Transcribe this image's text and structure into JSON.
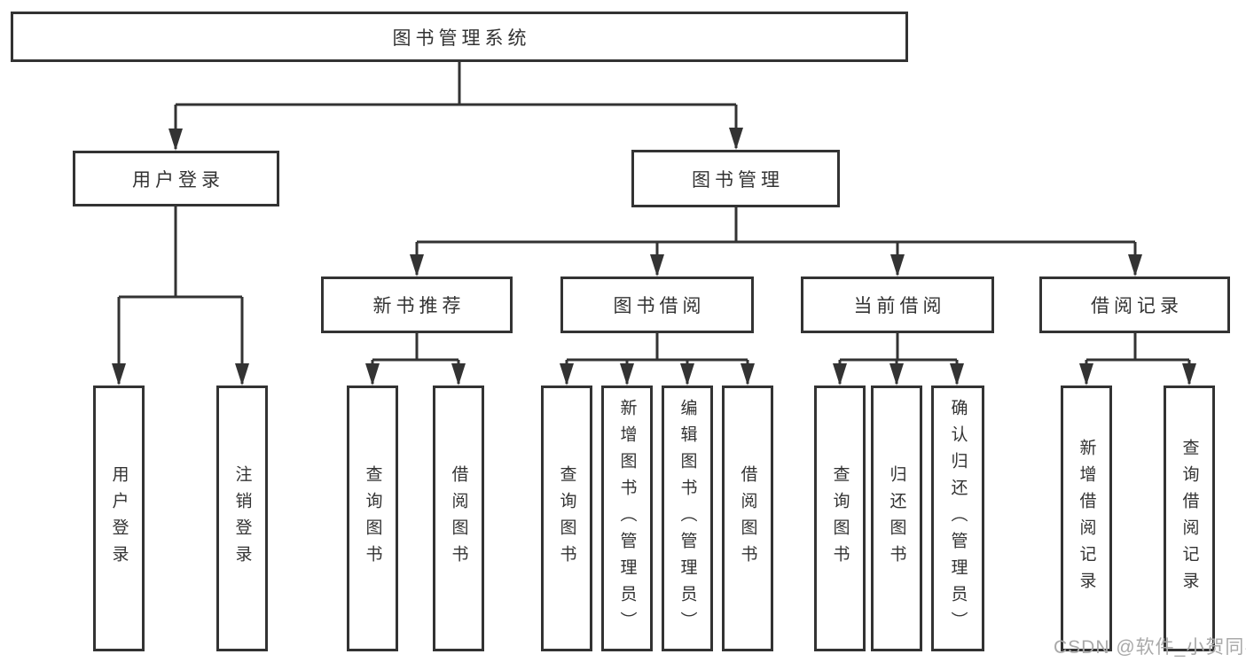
{
  "diagram": {
    "title": "图书管理系统",
    "branches": [
      {
        "label": "用户登录",
        "leaves": [
          "用户登录",
          "注销登录"
        ]
      },
      {
        "label": "图书管理",
        "groups": [
          {
            "label": "新书推荐",
            "leaves": [
              "查询图书",
              "借阅图书"
            ]
          },
          {
            "label": "图书借阅",
            "leaves": [
              "查询图书",
              "新增图书（管理员）",
              "编辑图书（管理员）",
              "借阅图书"
            ]
          },
          {
            "label": "当前借阅",
            "leaves": [
              "查询图书",
              "归还图书",
              "确认归还（管理员）"
            ]
          },
          {
            "label": "借阅记录",
            "leaves": [
              "新增借阅记录",
              "查询借阅记录"
            ]
          }
        ]
      }
    ]
  },
  "watermark": {
    "text": "CSDN @软件_小贺同学"
  },
  "colors": {
    "line": "#333333",
    "text": "#333333",
    "watermark": "#a9a9a9",
    "background": "#ffffff"
  }
}
